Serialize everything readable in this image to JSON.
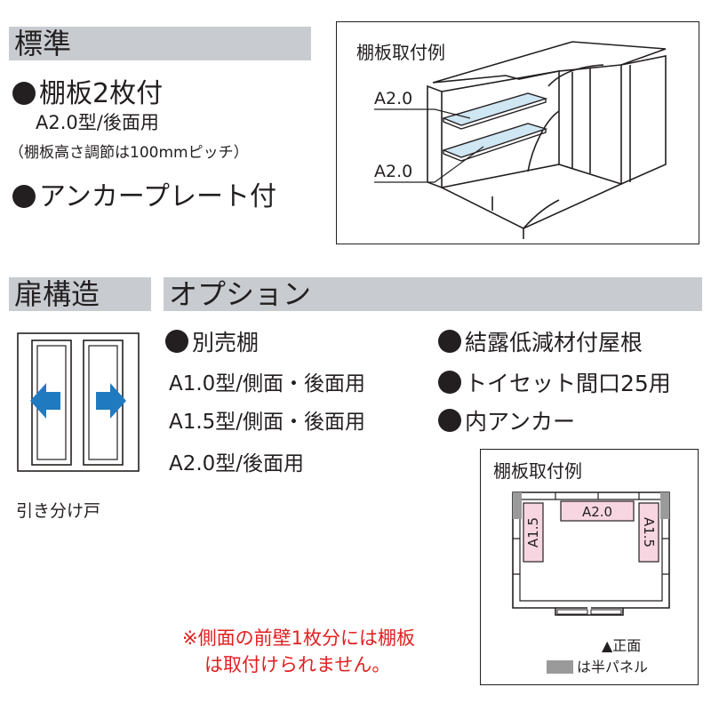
{
  "standard": {
    "heading": "標準",
    "items": [
      {
        "text": "棚板2枚付"
      },
      {
        "text": "A2.0型/後面用"
      },
      {
        "text": "（棚板高さ調節は100mmピッチ）"
      },
      {
        "text": "アンカープレート付"
      }
    ]
  },
  "shelf_example_top": {
    "title": "棚板取付例",
    "labels": [
      "A2.0",
      "A2.0"
    ]
  },
  "door": {
    "heading": "扉構造",
    "caption": "引き分け戸"
  },
  "options": {
    "heading": "オプション",
    "left": {
      "title": "別売棚",
      "lines": [
        "A1.0型/側面・後面用",
        "A1.5型/側面・後面用",
        "A2.0型/後面用"
      ]
    },
    "right": [
      "結露低減材付屋根",
      "トイセット間口25用",
      "内アンカー"
    ]
  },
  "shelf_example_bottom": {
    "title": "棚板取付例",
    "labels": {
      "back": "A2.0",
      "left": "A1.5",
      "right": "A1.5"
    },
    "legend": {
      "front": "▲正面",
      "half_panel": "は半パネル"
    }
  },
  "note": {
    "line1": "※側面の前壁1枚分には棚板",
    "line2": "は取付けられません。"
  },
  "colors": {
    "bar": "#c8ccd1",
    "arrow": "#1f7ac0",
    "shelf_blue": "#cfe6f3",
    "shelf_pink": "#f7d6e2",
    "half_panel": "#9a9a9a",
    "note": "#e02020"
  }
}
